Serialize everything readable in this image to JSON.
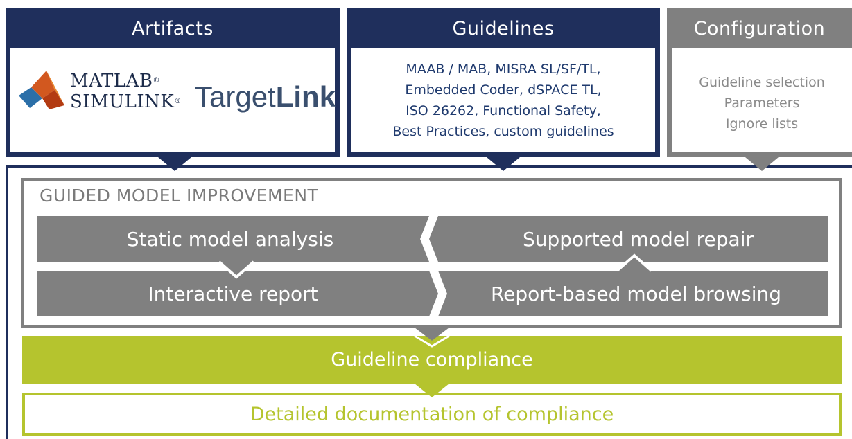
{
  "colors": {
    "navy": "#1f2f5c",
    "gray": "#808080",
    "text_gray": "#8a8a8a",
    "green": "#b5c42e",
    "blue_text": "#1f3a6e"
  },
  "artifacts": {
    "title": "Artifacts",
    "matlab_line1": "MATLAB",
    "matlab_line2": "SIMULINK",
    "targetlink_part1": "Target",
    "targetlink_part2": "Link",
    "registered_mark": "®"
  },
  "guidelines": {
    "title": "Guidelines",
    "lines": [
      "MAAB / MAB, MISRA SL/SF/TL,",
      "Embedded Coder, dSPACE TL,",
      "ISO 26262, Functional Safety,",
      "Best Practices, custom guidelines"
    ]
  },
  "configuration": {
    "title": "Configuration",
    "lines": [
      "Guideline selection",
      "Parameters",
      "Ignore lists"
    ]
  },
  "improvement": {
    "title": "GUIDED MODEL IMPROVEMENT",
    "static_analysis": "Static model analysis",
    "model_repair": "Supported model repair",
    "interactive_report": "Interactive report",
    "model_browsing": "Report-based model browsing"
  },
  "compliance": {
    "label": "Guideline compliance",
    "documentation": "Detailed documentation of compliance"
  }
}
